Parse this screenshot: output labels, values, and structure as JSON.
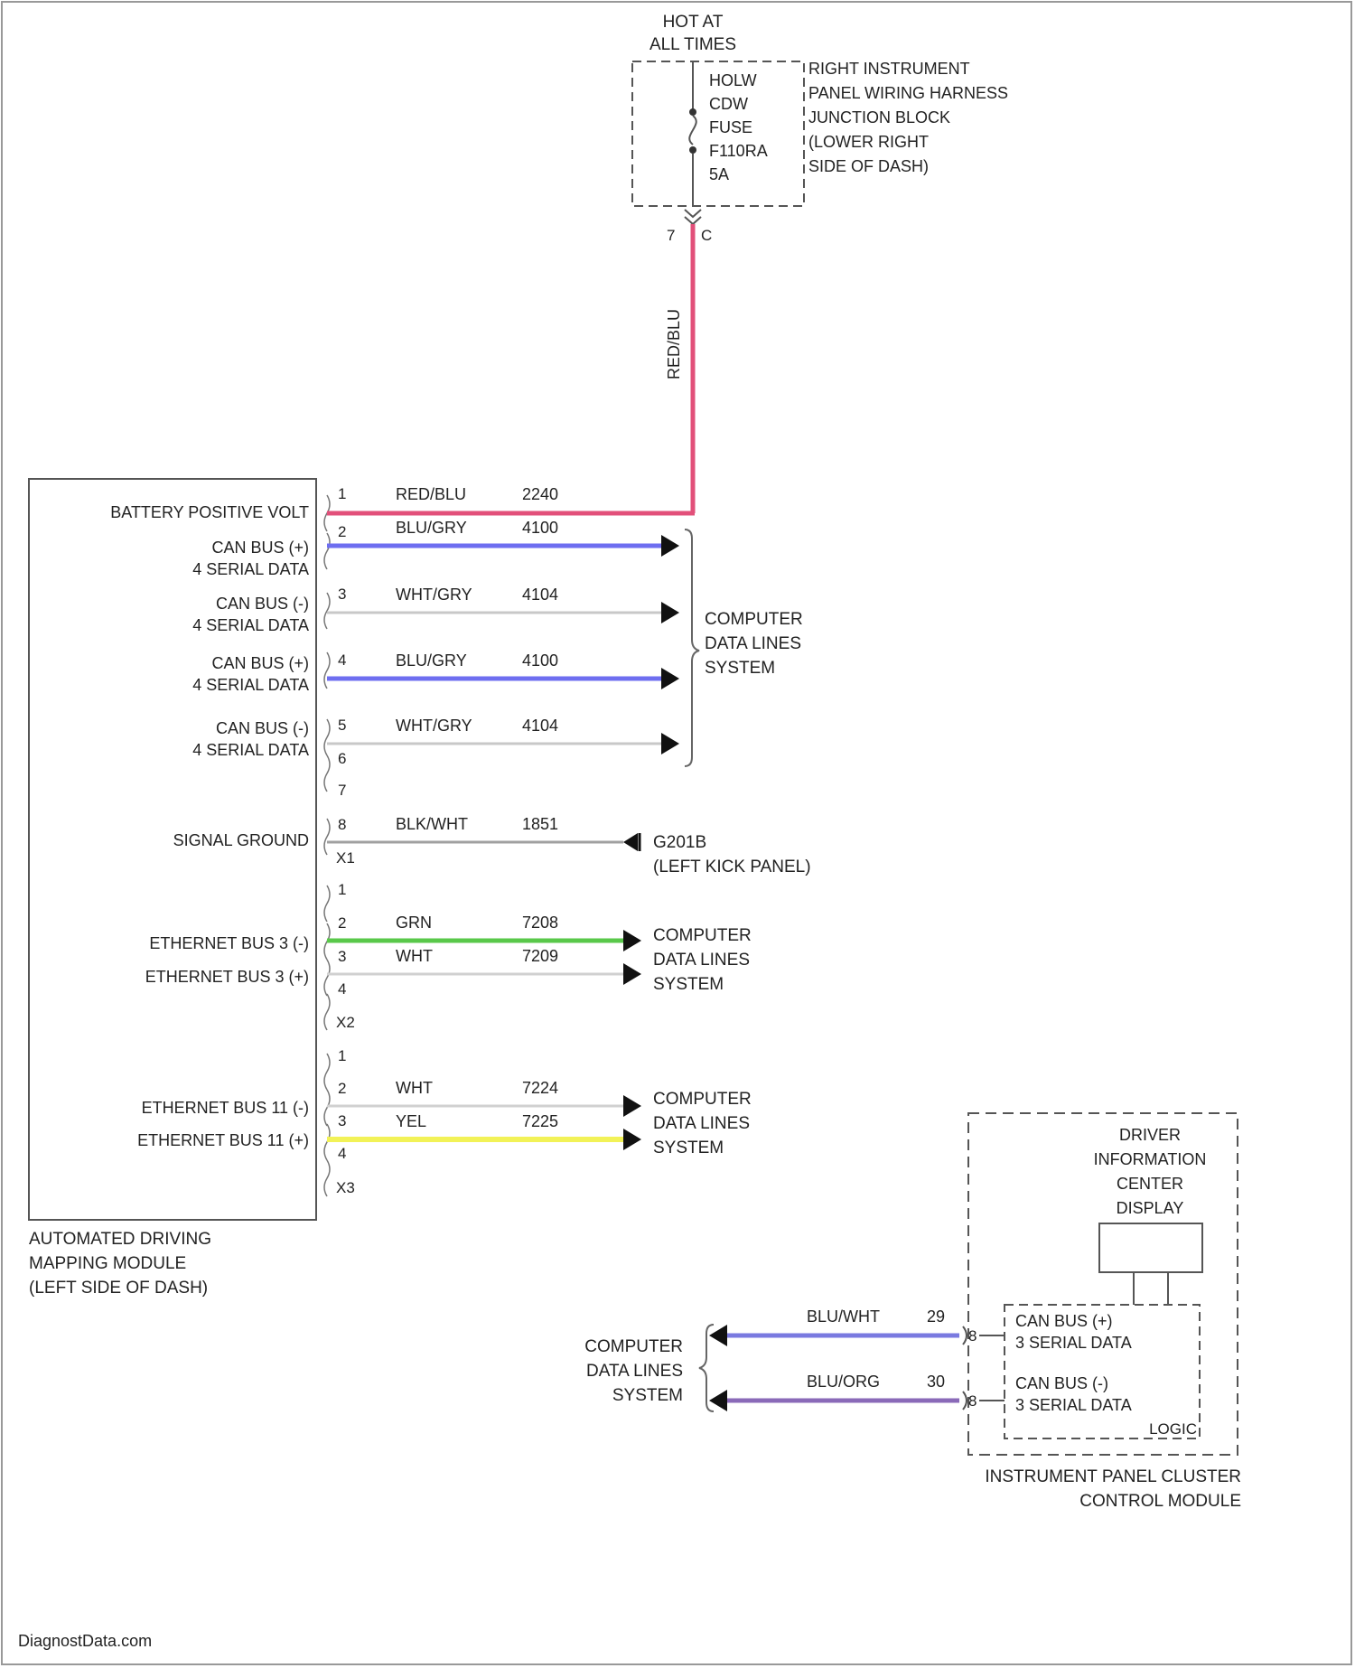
{
  "colors": {
    "red_blu": "#e2507a",
    "blu_gry": "#6e6ef0",
    "wht_gry": "#c8c8c8",
    "blk_wht": "#a0a0a0",
    "grn": "#59c84a",
    "wht": "#d0d0d0",
    "yel": "#f2f257",
    "blu_wht": "#7a7ae0",
    "blu_org": "#8a6ab8",
    "line": "#555555"
  },
  "power": {
    "hot_line1": "HOT AT",
    "hot_line2": "ALL TIMES",
    "fuse_lines": [
      "HOLW",
      "CDW",
      "FUSE",
      "F110RA",
      "5A"
    ],
    "junction_lines": [
      "RIGHT INSTRUMENT",
      "PANEL WIRING HARNESS",
      "JUNCTION BLOCK",
      "(LOWER RIGHT",
      "SIDE OF DASH)"
    ],
    "pin": "7",
    "connector": "C",
    "wire_label": "RED/BLU"
  },
  "module": {
    "name_lines": [
      "AUTOMATED DRIVING",
      "MAPPING MODULE",
      "(LEFT SIDE OF DASH)"
    ],
    "functions": {
      "battery": "BATTERY POSITIVE VOLT",
      "can_hi_1": [
        "CAN BUS (+)",
        "4 SERIAL DATA"
      ],
      "can_lo_1": [
        "CAN BUS (-)",
        "4 SERIAL DATA"
      ],
      "can_hi_2": [
        "CAN BUS (+)",
        "4 SERIAL DATA"
      ],
      "can_lo_2": [
        "CAN BUS (-)",
        "4 SERIAL DATA"
      ],
      "ground": "SIGNAL GROUND",
      "eth3_neg": "ETHERNET BUS 3 (-)",
      "eth3_pos": "ETHERNET BUS 3 (+)",
      "eth11_neg": "ETHERNET BUS 11 (-)",
      "eth11_pos": "ETHERNET BUS 11 (+)"
    },
    "connectors": [
      "X1",
      "X2",
      "X3"
    ]
  },
  "wires": {
    "w1": {
      "pin": "1",
      "color": "RED/BLU",
      "circuit": "2240"
    },
    "w2": {
      "pin": "2",
      "color": "BLU/GRY",
      "circuit": "4100"
    },
    "w3": {
      "pin": "3",
      "color": "WHT/GRY",
      "circuit": "4104"
    },
    "w4": {
      "pin": "4",
      "color": "BLU/GRY",
      "circuit": "4100"
    },
    "w5": {
      "pin": "5",
      "color": "WHT/GRY",
      "circuit": "4104"
    },
    "p6": "6",
    "p7": "7",
    "w8": {
      "pin": "8",
      "color": "BLK/WHT",
      "circuit": "1851"
    },
    "x2_p1": "1",
    "e1": {
      "pin": "2",
      "color": "GRN",
      "circuit": "7208"
    },
    "e2": {
      "pin": "3",
      "color": "WHT",
      "circuit": "7209"
    },
    "x2_p4": "4",
    "x3_p1": "1",
    "e3": {
      "pin": "2",
      "color": "WHT",
      "circuit": "7224"
    },
    "e4": {
      "pin": "3",
      "color": "YEL",
      "circuit": "7225"
    },
    "x3_p4": "4"
  },
  "destinations": {
    "cdl_lines": [
      "COMPUTER",
      "DATA LINES",
      "SYSTEM"
    ],
    "ground_lines": [
      "G201B",
      "(LEFT KICK PANEL)"
    ]
  },
  "cluster": {
    "dic_lines": [
      "DRIVER",
      "INFORMATION",
      "CENTER",
      "DISPLAY"
    ],
    "can_hi": [
      "CAN BUS (+)",
      "3 SERIAL DATA"
    ],
    "can_lo": [
      "CAN BUS (-)",
      "3 SERIAL DATA"
    ],
    "logic": "LOGIC",
    "name_lines": [
      "INSTRUMENT PANEL CLUSTER",
      "CONTROL MODULE"
    ],
    "wire_hi": {
      "color": "BLU/WHT",
      "pin": "29"
    },
    "wire_lo": {
      "color": "BLU/ORG",
      "pin": "30"
    },
    "pin_mark_hi": "8",
    "pin_mark_lo": "8"
  },
  "footer": {
    "brand": "DiagnostData.com"
  }
}
